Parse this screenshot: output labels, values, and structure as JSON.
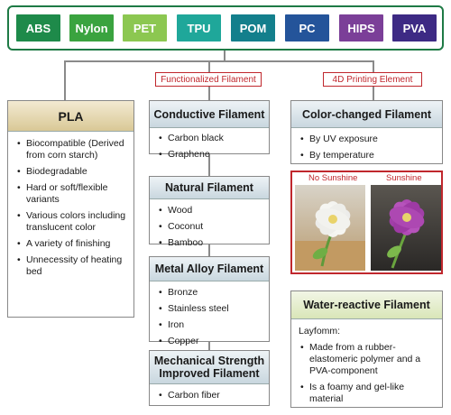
{
  "materials": [
    {
      "label": "ABS",
      "color": "#1e8a4a"
    },
    {
      "label": "Nylon",
      "color": "#3aa33f"
    },
    {
      "label": "PET",
      "color": "#8cc751"
    },
    {
      "label": "TPU",
      "color": "#1fa79a"
    },
    {
      "label": "POM",
      "color": "#137f8c"
    },
    {
      "label": "PC",
      "color": "#24549a"
    },
    {
      "label": "HIPS",
      "color": "#7b3f98"
    },
    {
      "label": "PVA",
      "color": "#3d2a84"
    }
  ],
  "categories": {
    "functionalized": "Functionalized Filament",
    "fourd": "4D Printing Element"
  },
  "pla": {
    "title": "PLA",
    "items": [
      "Biocompatible (Derived from corn starch)",
      "Biodegradable",
      "Hard or soft/flexible variants",
      "Various colors including translucent color",
      "A variety of finishing",
      "Unnecessity of heating bed"
    ]
  },
  "functional": [
    {
      "title": "Conductive Filament",
      "items": [
        "Carbon black",
        "Graphene"
      ]
    },
    {
      "title": "Natural Filament",
      "items": [
        "Wood",
        "Coconut",
        "Bamboo"
      ]
    },
    {
      "title": "Metal Alloy Filament",
      "items": [
        "Bronze",
        "Stainless steel",
        "Iron",
        "Copper"
      ]
    },
    {
      "title": "Mechanical Strength Improved Filament",
      "items": [
        "Carbon fiber"
      ]
    }
  ],
  "color_changed": {
    "title": "Color-changed Filament",
    "items": [
      "By UV exposure",
      "By temperature"
    ],
    "photo_labels": [
      "No Sunshine",
      "Sunshine"
    ]
  },
  "water_reactive": {
    "title": "Water-reactive Filament",
    "intro": "Layfomm:",
    "items": [
      "Made from a rubber-elastomeric polymer and a PVA-component",
      "Is a foamy and gel-like material"
    ]
  },
  "colors": {
    "frame_green": "#1e7a45",
    "label_red": "#c0272d",
    "connector_gray": "#8a8a8a"
  }
}
